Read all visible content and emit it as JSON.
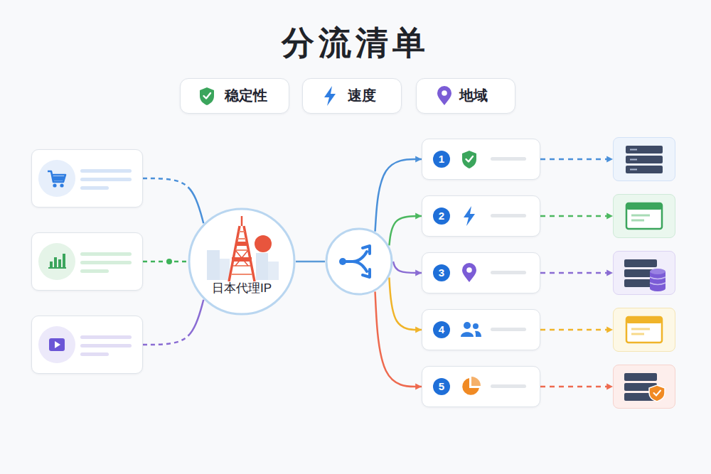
{
  "diagram": {
    "title": "分流清单",
    "nodes": [
      {
        "text": [
          "稳定性"
        ]
      },
      {
        "text": [
          "速度"
        ]
      },
      {
        "text": [
          "地域"
        ]
      },
      {
        "text": []
      },
      {
        "text": []
      },
      {
        "text": []
      },
      {
        "text": [
          "日本代理IP"
        ]
      },
      {
        "text": []
      },
      {
        "text": [
          "1"
        ]
      },
      {
        "text": [
          "2"
        ]
      },
      {
        "text": [
          "3"
        ]
      },
      {
        "text": [
          "4"
        ]
      },
      {
        "text": [
          "5"
        ]
      },
      {
        "text": []
      },
      {
        "text": []
      },
      {
        "text": []
      },
      {
        "text": []
      },
      {
        "text": []
      }
    ],
    "edges": [
      {
        "from": 3,
        "to": 6,
        "arrow": "none"
      },
      {
        "from": 4,
        "to": 6,
        "arrow": "none"
      },
      {
        "from": 5,
        "to": 6,
        "arrow": "none"
      },
      {
        "from": 6,
        "to": 7,
        "arrow": "none"
      },
      {
        "from": 7,
        "to": 8,
        "arrow": "to"
      },
      {
        "from": 7,
        "to": 9,
        "arrow": "to"
      },
      {
        "from": 7,
        "to": 10,
        "arrow": "to"
      },
      {
        "from": 7,
        "to": 11,
        "arrow": "to"
      },
      {
        "from": 7,
        "to": 12,
        "arrow": "to"
      },
      {
        "from": 8,
        "to": 13,
        "arrow": "to"
      },
      {
        "from": 9,
        "to": 14,
        "arrow": "to"
      },
      {
        "from": 10,
        "to": 15,
        "arrow": "to"
      },
      {
        "from": 11,
        "to": 16,
        "arrow": "to"
      },
      {
        "from": 12,
        "to": 17,
        "arrow": "to"
      }
    ]
  }
}
